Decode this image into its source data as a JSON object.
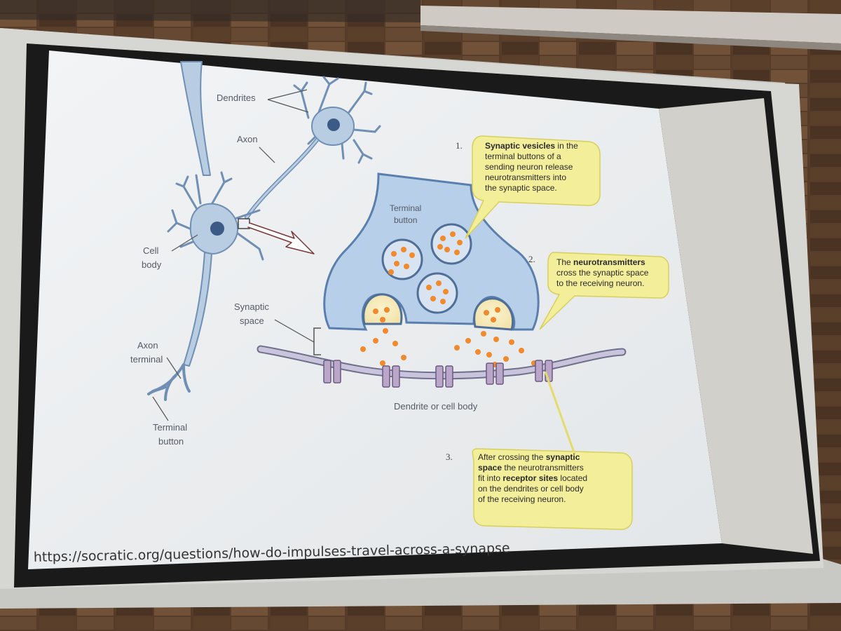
{
  "slide": {
    "url": "https://socratic.org/questions/how-do-impulses-travel-across-a-synapse",
    "neuron_labels": {
      "dendrites": "Dendrites",
      "axon": "Axon",
      "cell_body_1": "Cell",
      "cell_body_2": "body",
      "axon_terminal_1": "Axon",
      "axon_terminal_2": "terminal",
      "terminal_button_1": "Terminal",
      "terminal_button_2": "button"
    },
    "synapse_labels": {
      "terminal_button_1": "Terminal",
      "terminal_button_2": "button",
      "synaptic_space_1": "Synaptic",
      "synaptic_space_2": "space",
      "dendrite_or_cell_body": "Dendrite or cell body"
    },
    "steps": [
      {
        "number": "1.",
        "lines": [
          [
            {
              "t": "Synaptic vesicles",
              "b": true
            },
            {
              "t": " in the",
              "b": false
            }
          ],
          [
            {
              "t": "terminal buttons of a",
              "b": false
            }
          ],
          [
            {
              "t": "sending neuron release",
              "b": false
            }
          ],
          [
            {
              "t": "neurotransmitters into",
              "b": false
            }
          ],
          [
            {
              "t": "the synaptic space.",
              "b": false
            }
          ]
        ]
      },
      {
        "number": "2.",
        "lines": [
          [
            {
              "t": "The ",
              "b": false
            },
            {
              "t": "neurotransmitters",
              "b": true
            }
          ],
          [
            {
              "t": "cross the synaptic space",
              "b": false
            }
          ],
          [
            {
              "t": "to the receiving neuron.",
              "b": false
            }
          ]
        ]
      },
      {
        "number": "3.",
        "lines": [
          [
            {
              "t": "After crossing the ",
              "b": false
            },
            {
              "t": "synaptic",
              "b": true
            }
          ],
          [
            {
              "t": "space",
              "b": true
            },
            {
              "t": " the neurotransmitters",
              "b": false
            }
          ],
          [
            {
              "t": "fit into ",
              "b": false
            },
            {
              "t": "receptor sites",
              "b": true
            },
            {
              "t": " located",
              "b": false
            }
          ],
          [
            {
              "t": "on the dendrites or cell body",
              "b": false
            }
          ],
          [
            {
              "t": "of the receiving neuron.",
              "b": false
            }
          ]
        ]
      }
    ]
  },
  "colors": {
    "wall_wood": "#6b4a33",
    "screen_frame": "#151515",
    "slide_bg": "#eef0f2",
    "neuron_fill": "#b9cde2",
    "neuron_stroke": "#6f8fb4",
    "neurotransmitter": "#f08a2c",
    "callout_fill": "#f3ee9a",
    "callout_stroke": "#d8cf5a"
  }
}
